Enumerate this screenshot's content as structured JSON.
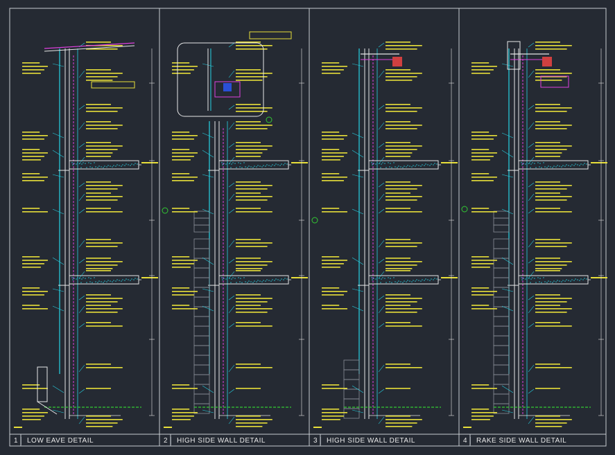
{
  "sheet": {
    "colors": {
      "background": "#252a33",
      "frame": "#c8ccd2",
      "cyan": "#26d4e6",
      "yellow": "#e9e03a",
      "magenta": "#e040e0",
      "green": "#33cc33",
      "white": "#e8e8e8",
      "gray": "#8a8f98"
    },
    "details": [
      {
        "number": "1",
        "title": "LOW EAVE DETAIL"
      },
      {
        "number": "2",
        "title": "HIGH SIDE WALL DETAIL"
      },
      {
        "number": "3",
        "title": "HIGH SIDE WALL DETAIL"
      },
      {
        "number": "4",
        "title": "RAKE SIDE WALL DETAIL"
      }
    ]
  }
}
